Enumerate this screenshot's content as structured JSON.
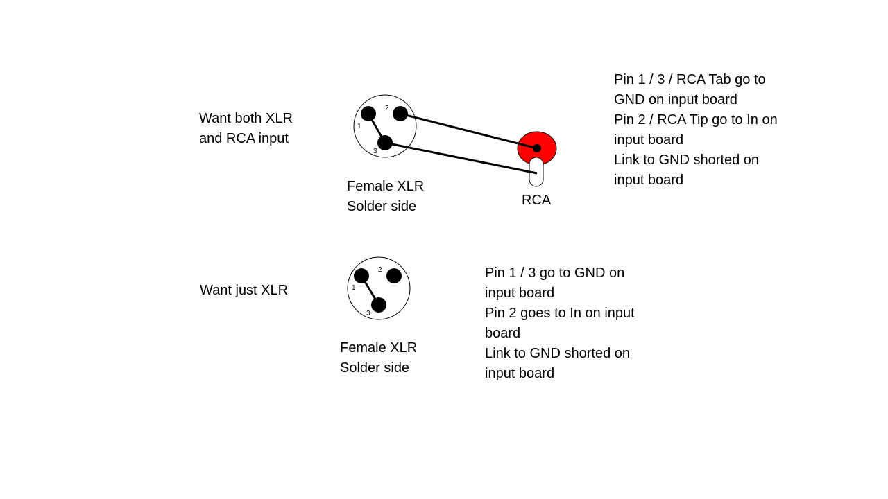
{
  "top": {
    "heading_lines": [
      "Want both XLR",
      "and RCA input"
    ],
    "xlr_label_lines": [
      "Female XLR",
      "Solder side"
    ],
    "pins": {
      "p1": "1",
      "p2": "2",
      "p3": "3"
    },
    "rca_label": "RCA",
    "notes": [
      [
        "Pin 1 / 3 / RCA Tab go to",
        "GND on input board"
      ],
      [
        "Pin 2 / RCA Tip go to In on",
        "input board"
      ],
      [
        "Link to GND shorted on",
        "input board"
      ]
    ]
  },
  "bottom": {
    "heading": "Want just XLR",
    "xlr_label_lines": [
      "Female XLR",
      "Solder side"
    ],
    "pins": {
      "p1": "1",
      "p2": "2",
      "p3": "3"
    },
    "notes": [
      [
        "Pin 1 / 3 go to GND on",
        "input board"
      ],
      [
        "Pin 2 goes to In on input",
        "board"
      ],
      [
        "Link to GND shorted on",
        "input board"
      ]
    ]
  },
  "colors": {
    "rca_body": "#ff0000",
    "wire": "#000000",
    "background": "#ffffff"
  }
}
